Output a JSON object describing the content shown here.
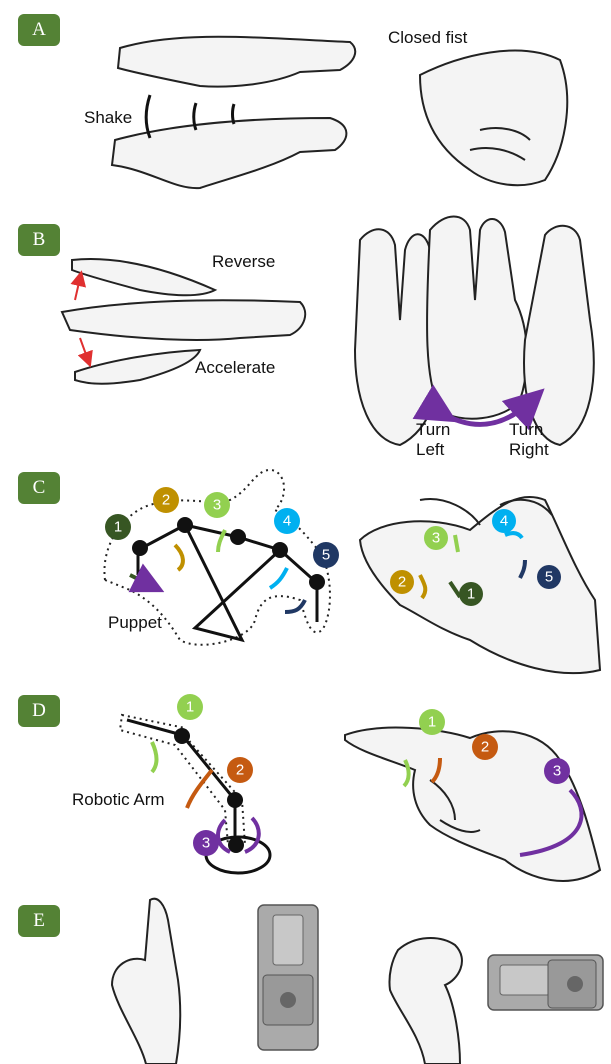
{
  "panels": [
    {
      "letter": "A"
    },
    {
      "letter": "B"
    },
    {
      "letter": "C"
    },
    {
      "letter": "D"
    },
    {
      "letter": "E"
    }
  ],
  "labels": {
    "shake": "Shake",
    "closed_fist": "Closed fist",
    "reverse": "Reverse",
    "accelerate": "Accelerate",
    "turn_left": "Turn\nLeft",
    "turn_right": "Turn\nRight",
    "puppet": "Puppet",
    "robotic_arm": "Robotic Arm"
  },
  "markers": {
    "one": "1",
    "two": "2",
    "three": "3",
    "four": "4",
    "five": "5"
  },
  "colors": {
    "badge_green": "#548235",
    "marker_1_dark": "#375623",
    "marker_1_light": "#92d050",
    "marker_2_gold": "#bf9000",
    "marker_2_orange": "#c55a11",
    "marker_3_green": "#92d050",
    "marker_3_purple": "#7030a0",
    "marker_4": "#00b0f0",
    "marker_5": "#203864",
    "arrow_red": "#e03030",
    "arrow_purple": "#7030a0"
  },
  "icons": [
    "hand-sketch",
    "curved-arrow",
    "robot-module"
  ]
}
